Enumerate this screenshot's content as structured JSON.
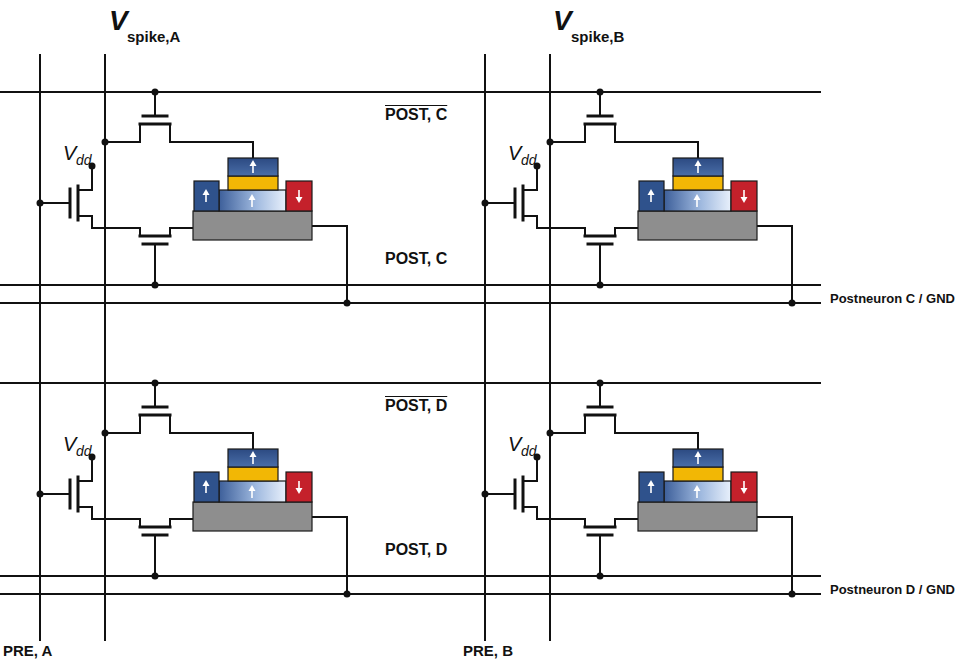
{
  "diagram": {
    "labels": [
      "V",
      "spike,A",
      "V",
      "spike,B",
      "POST, C",
      "V",
      "dd",
      "V",
      "dd",
      "POST, C",
      "Postneuron C / GND",
      "POST, D",
      "V",
      "dd",
      "V",
      "dd",
      "POST, D",
      "Postneuron D / GND",
      "PRE, A",
      "PRE, B"
    ]
  }
}
